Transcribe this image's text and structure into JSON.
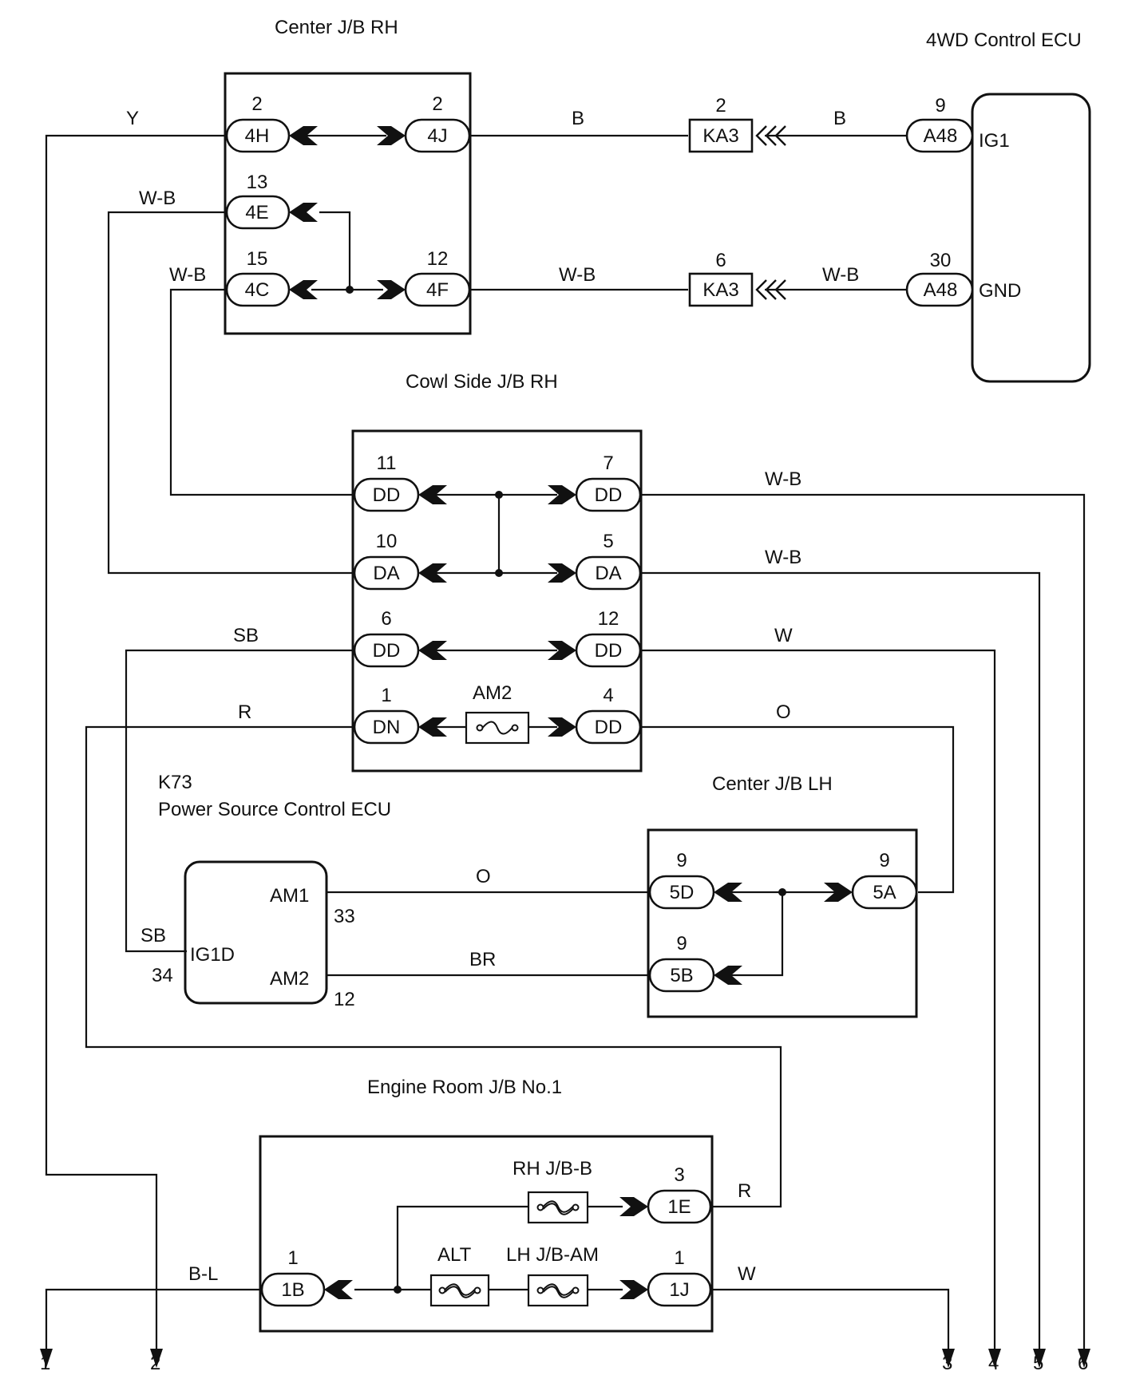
{
  "blocks": {
    "center_jb_rh": "Center J/B RH",
    "fwd_ecu": "4WD Control ECU",
    "cowl_jb_rh": "Cowl Side J/B RH",
    "k73_id": "K73",
    "k73_name": "Power Source Control ECU",
    "center_jb_lh": "Center J/B LH",
    "engine_jb": "Engine Room J/B No.1"
  },
  "connectors": {
    "c4H": {
      "pin": "2",
      "label": "4H"
    },
    "c4J": {
      "pin": "2",
      "label": "4J"
    },
    "c4E": {
      "pin": "13",
      "label": "4E"
    },
    "c4C": {
      "pin": "15",
      "label": "4C"
    },
    "c4F": {
      "pin": "12",
      "label": "4F"
    },
    "ka3_top": {
      "pin": "2",
      "label": "KA3"
    },
    "ka3_bot": {
      "pin": "6",
      "label": "KA3"
    },
    "a48_top": {
      "pin": "9",
      "label": "A48"
    },
    "a48_bot": {
      "pin": "30",
      "label": "A48"
    },
    "dd11": {
      "pin": "11",
      "label": "DD"
    },
    "dd7": {
      "pin": "7",
      "label": "DD"
    },
    "da10": {
      "pin": "10",
      "label": "DA"
    },
    "da5": {
      "pin": "5",
      "label": "DA"
    },
    "dd6": {
      "pin": "6",
      "label": "DD"
    },
    "dd12": {
      "pin": "12",
      "label": "DD"
    },
    "dn1": {
      "pin": "1",
      "label": "DN"
    },
    "dd4": {
      "pin": "4",
      "label": "DD"
    },
    "c5D": {
      "pin": "9",
      "label": "5D"
    },
    "c5A": {
      "pin": "9",
      "label": "5A"
    },
    "c5B": {
      "pin": "9",
      "label": "5B"
    },
    "c1E": {
      "pin": "3",
      "label": "1E"
    },
    "c1B": {
      "pin": "1",
      "label": "1B"
    },
    "c1J": {
      "pin": "1",
      "label": "1J"
    }
  },
  "ecu_terminals": {
    "ig1": "IG1",
    "gnd": "GND",
    "am1": "AM1",
    "am1_pin": "33",
    "ig1d": "IG1D",
    "ig1d_pin": "34",
    "am2": "AM2",
    "am2_pin": "12"
  },
  "fuses": {
    "am2": "AM2",
    "rh_jb_b": "RH J/B-B",
    "alt": "ALT",
    "lh_jb_am": "LH J/B-AM"
  },
  "wires": {
    "y": "Y",
    "b1": "B",
    "b2": "B",
    "wb_4e": "W-B",
    "wb_4c": "W-B",
    "wb_4f": "W-B",
    "wb_a48": "W-B",
    "wb_dd7": "W-B",
    "wb_da5": "W-B",
    "sb_top": "SB",
    "w_dd12": "W",
    "r_dn": "R",
    "o_dd4": "O",
    "o_am1": "O",
    "br": "BR",
    "sb_ecu": "SB",
    "r_1e": "R",
    "bl": "B-L",
    "w_1j": "W"
  },
  "outputs": [
    "1",
    "2",
    "3",
    "4",
    "5",
    "6"
  ]
}
